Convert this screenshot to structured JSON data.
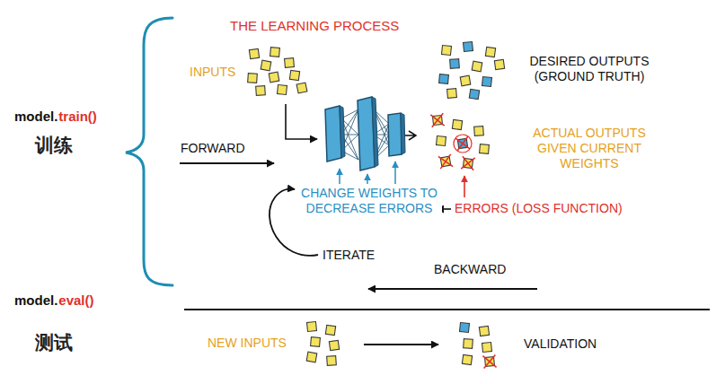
{
  "diagram": {
    "title": "THE LEARNING PROCESS",
    "labels": [
      "model.",
      "train()",
      "训练",
      "model.",
      "eval()",
      "测试",
      "INPUTS",
      "DESIRED OUTPUTS (GROUND TRUTH)",
      "FORWARD",
      "ACTUAL OUTPUTS GIVEN CURRENT WEIGHTS",
      "CHANGE WEIGHTS TO DECREASE ERRORS",
      "ERRORS (LOSS FUNCTION)",
      "ITERATE",
      "BACKWARD",
      "NEW INPUTS",
      "VALIDATION"
    ]
  }
}
